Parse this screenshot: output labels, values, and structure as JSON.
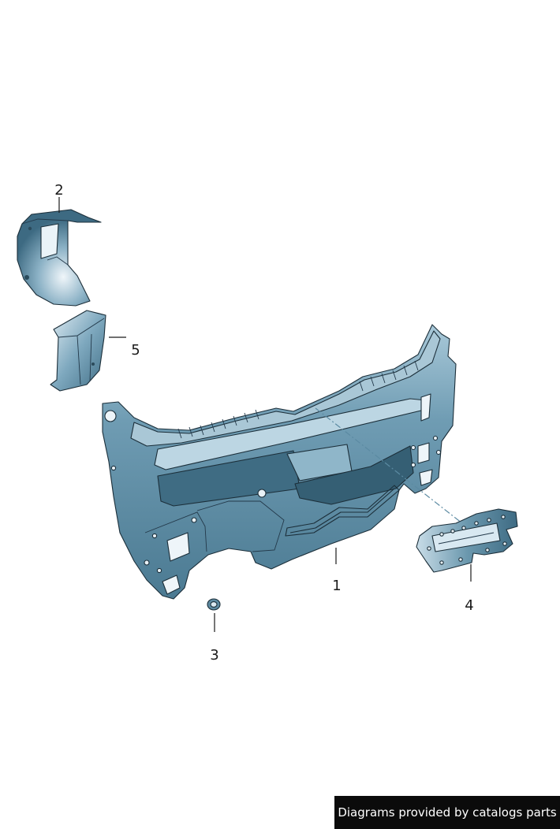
{
  "diagram": {
    "callouts": [
      {
        "id": "1",
        "label": "1"
      },
      {
        "id": "2",
        "label": "2"
      },
      {
        "id": "3",
        "label": "3"
      },
      {
        "id": "4",
        "label": "4"
      },
      {
        "id": "5",
        "label": "5"
      }
    ]
  },
  "credit": {
    "text": "Diagrams provided by catalogs parts"
  },
  "colors": {
    "part_fill": "#5f8fa8",
    "part_light": "#dbe9f1",
    "part_dark": "#2f5568",
    "outline": "#1c2f3a"
  }
}
